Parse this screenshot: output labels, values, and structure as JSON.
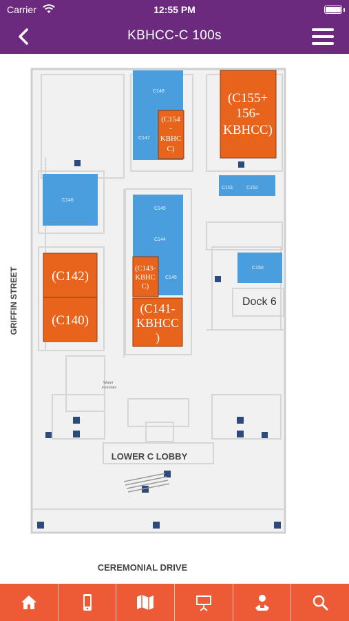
{
  "status": {
    "carrier": "Carrier",
    "time": "12:55 PM"
  },
  "header": {
    "title": "KBHCC-C 100s",
    "back_icon": "chevron-left-icon",
    "menu_icon": "hamburger-menu-icon"
  },
  "map": {
    "rooms_blue": [
      "C148",
      "C147",
      "C146",
      "C145",
      "C144",
      "C149",
      "C151",
      "C152",
      "C150"
    ],
    "rooms_highlighted": [
      {
        "line1": "(C155+",
        "line2": "156-",
        "line3": "KBHCC)"
      },
      {
        "line1": "(C154",
        "line2": "-",
        "line3": "KBHC",
        "line4": "C)"
      },
      {
        "line1": "(C142)"
      },
      {
        "line1": "(C140)"
      },
      {
        "line1": "(C143-",
        "line2": "KBHC",
        "line3": "C)"
      },
      {
        "line1": "(C141-",
        "line2": "KBHCC",
        "line3": ")"
      }
    ],
    "dock_label": "Dock 6",
    "street_left": "GRIFFIN STREET",
    "street_bottom": "CEREMONIAL DRIVE",
    "lobby_label": "LOWER C LOBBY",
    "water_fountain_line1": "Water",
    "water_fountain_line2": "Fountain",
    "colors": {
      "highlight": "#e8641c",
      "room": "#4a9edd",
      "wall": "#d9d9d9"
    }
  },
  "tabs": [
    {
      "name": "home",
      "icon": "home-icon"
    },
    {
      "name": "mobile",
      "icon": "phone-icon"
    },
    {
      "name": "map",
      "icon": "map-icon"
    },
    {
      "name": "presentation",
      "icon": "presentation-icon"
    },
    {
      "name": "speaker",
      "icon": "speaker-icon"
    },
    {
      "name": "search",
      "icon": "search-icon"
    }
  ]
}
